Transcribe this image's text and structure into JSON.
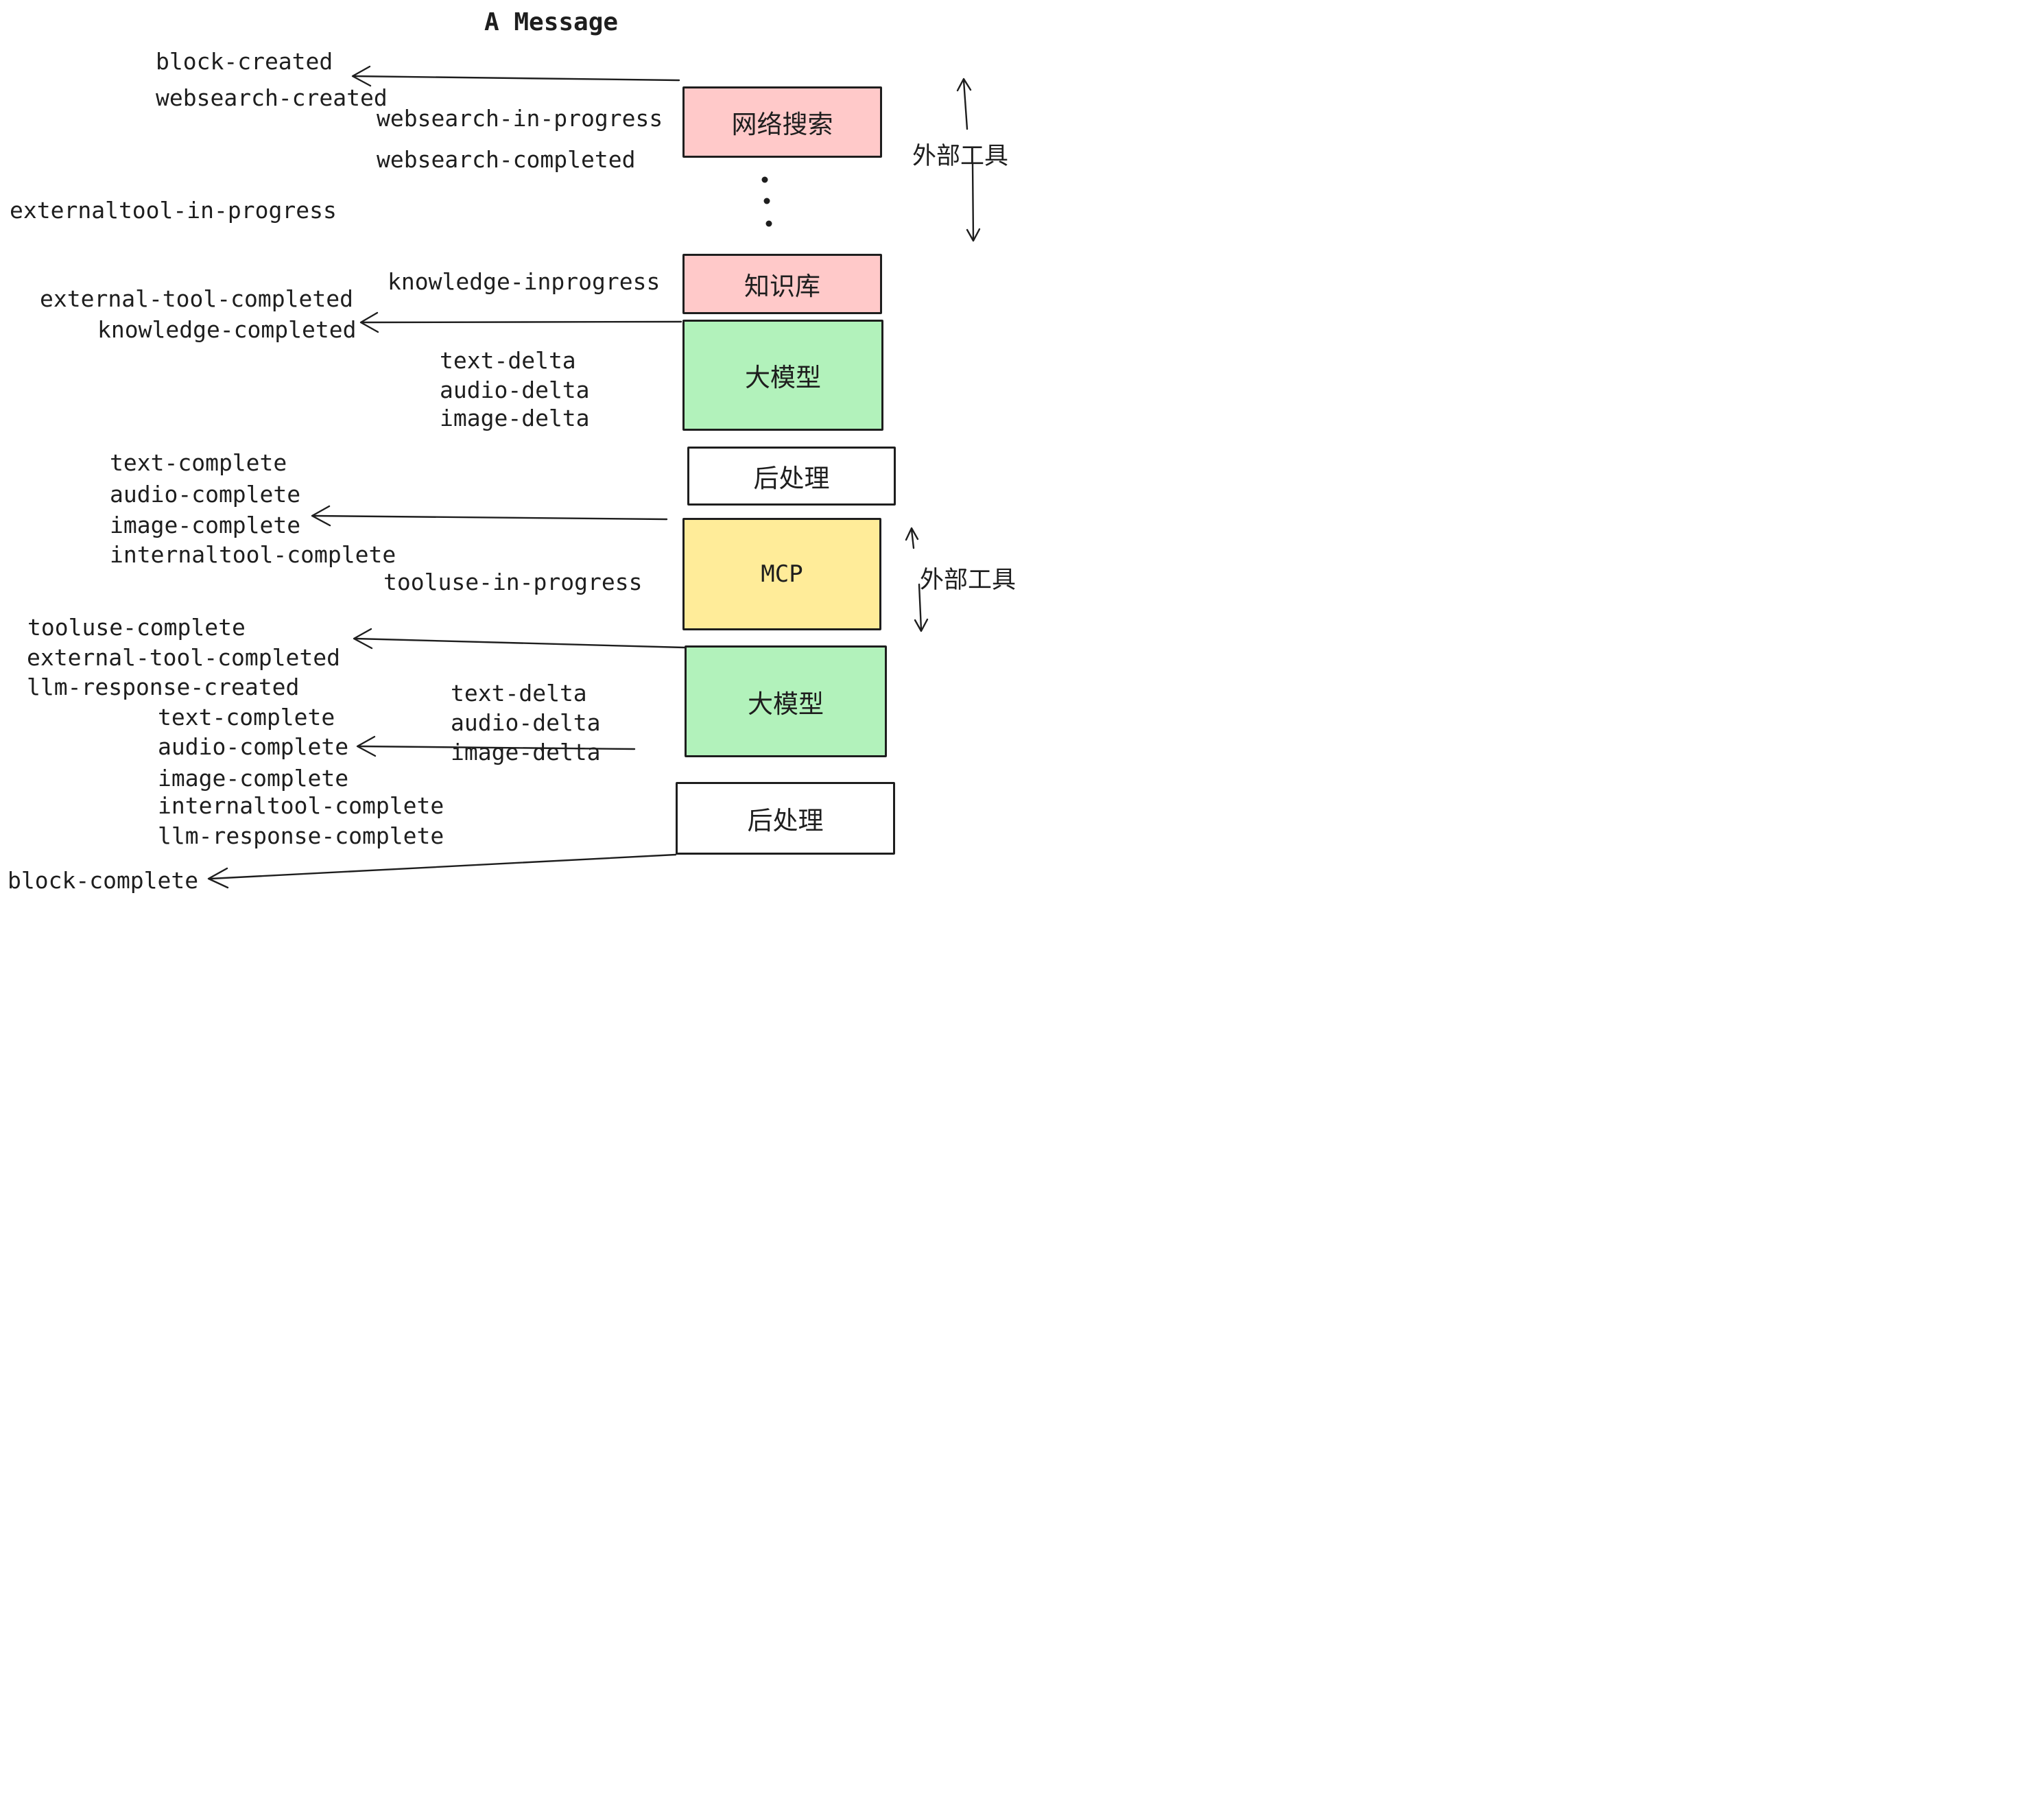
{
  "title": "A Message",
  "events": {
    "block_created": "block-created",
    "websearch_created": "websearch-created",
    "websearch_in_progress": "websearch-in-progress",
    "websearch_completed": "websearch-completed",
    "externaltool_in_progress": "externaltool-in-progress",
    "knowledge_inprogress": "knowledge-inprogress",
    "external_tool_completed": "external-tool-completed",
    "knowledge_completed": "knowledge-completed",
    "text_delta": "text-delta",
    "audio_delta": "audio-delta",
    "image_delta": "image-delta",
    "text_complete": "text-complete",
    "audio_complete": "audio-complete",
    "image_complete": "image-complete",
    "internaltool_complete": "internaltool-complete",
    "tooluse_in_progress": "tooluse-in-progress",
    "tooluse_complete": "tooluse-complete",
    "llm_response_created": "llm-response-created",
    "llm_response_complete": "llm-response-complete",
    "block_complete": "block-complete"
  },
  "boxes": {
    "websearch": "网络搜索",
    "knowledge": "知识库",
    "llm": "大模型",
    "post": "后处理",
    "mcp": "MCP"
  },
  "side": {
    "external_tools": "外部工具"
  },
  "colors": {
    "box_pink": "#ffc9c9",
    "box_green": "#b2f2bb",
    "box_yellow": "#ffec99",
    "box_white": "#ffffff",
    "ink": "#1e1e1e"
  }
}
